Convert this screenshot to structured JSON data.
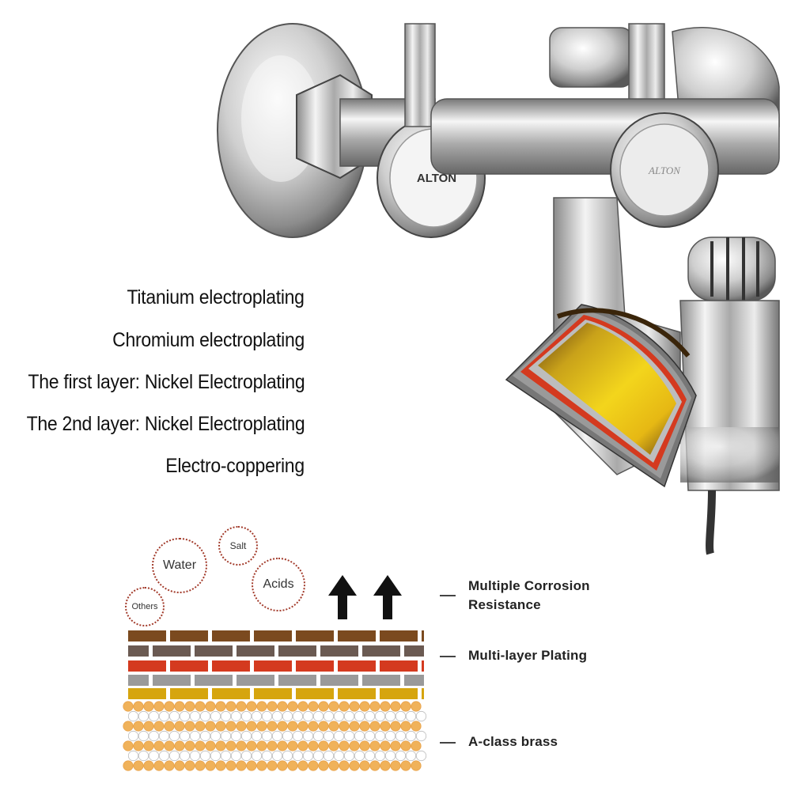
{
  "brand": {
    "left_handle_logo": "ALTON",
    "right_handle_logo": "ALTON"
  },
  "layers": [
    {
      "label": "Titanium electroplating"
    },
    {
      "label": "Chromium electroplating"
    },
    {
      "label": "The first layer: Nickel Electroplating"
    },
    {
      "label": "The 2nd layer: Nickel Electroplating"
    },
    {
      "label": "Electro-coppering"
    }
  ],
  "corrosives": {
    "water": "Water",
    "salt": "Salt",
    "acids": "Acids",
    "others": "Others"
  },
  "annotations": {
    "resistance_line1": "Multiple Corrosion",
    "resistance_line2": "Resistance",
    "plating": "Multi-layer Plating",
    "brass": "A-class brass"
  },
  "colors": {
    "gold": "#e7c21a",
    "dark_brown": "#7b4a1f",
    "copper_red": "#d43a1f",
    "grey": "#9a9a9a",
    "taupe": "#6b5a52",
    "mustard": "#d6a50e",
    "brass_dot": "#f0b25a",
    "chrome": "#c8c8c8"
  }
}
